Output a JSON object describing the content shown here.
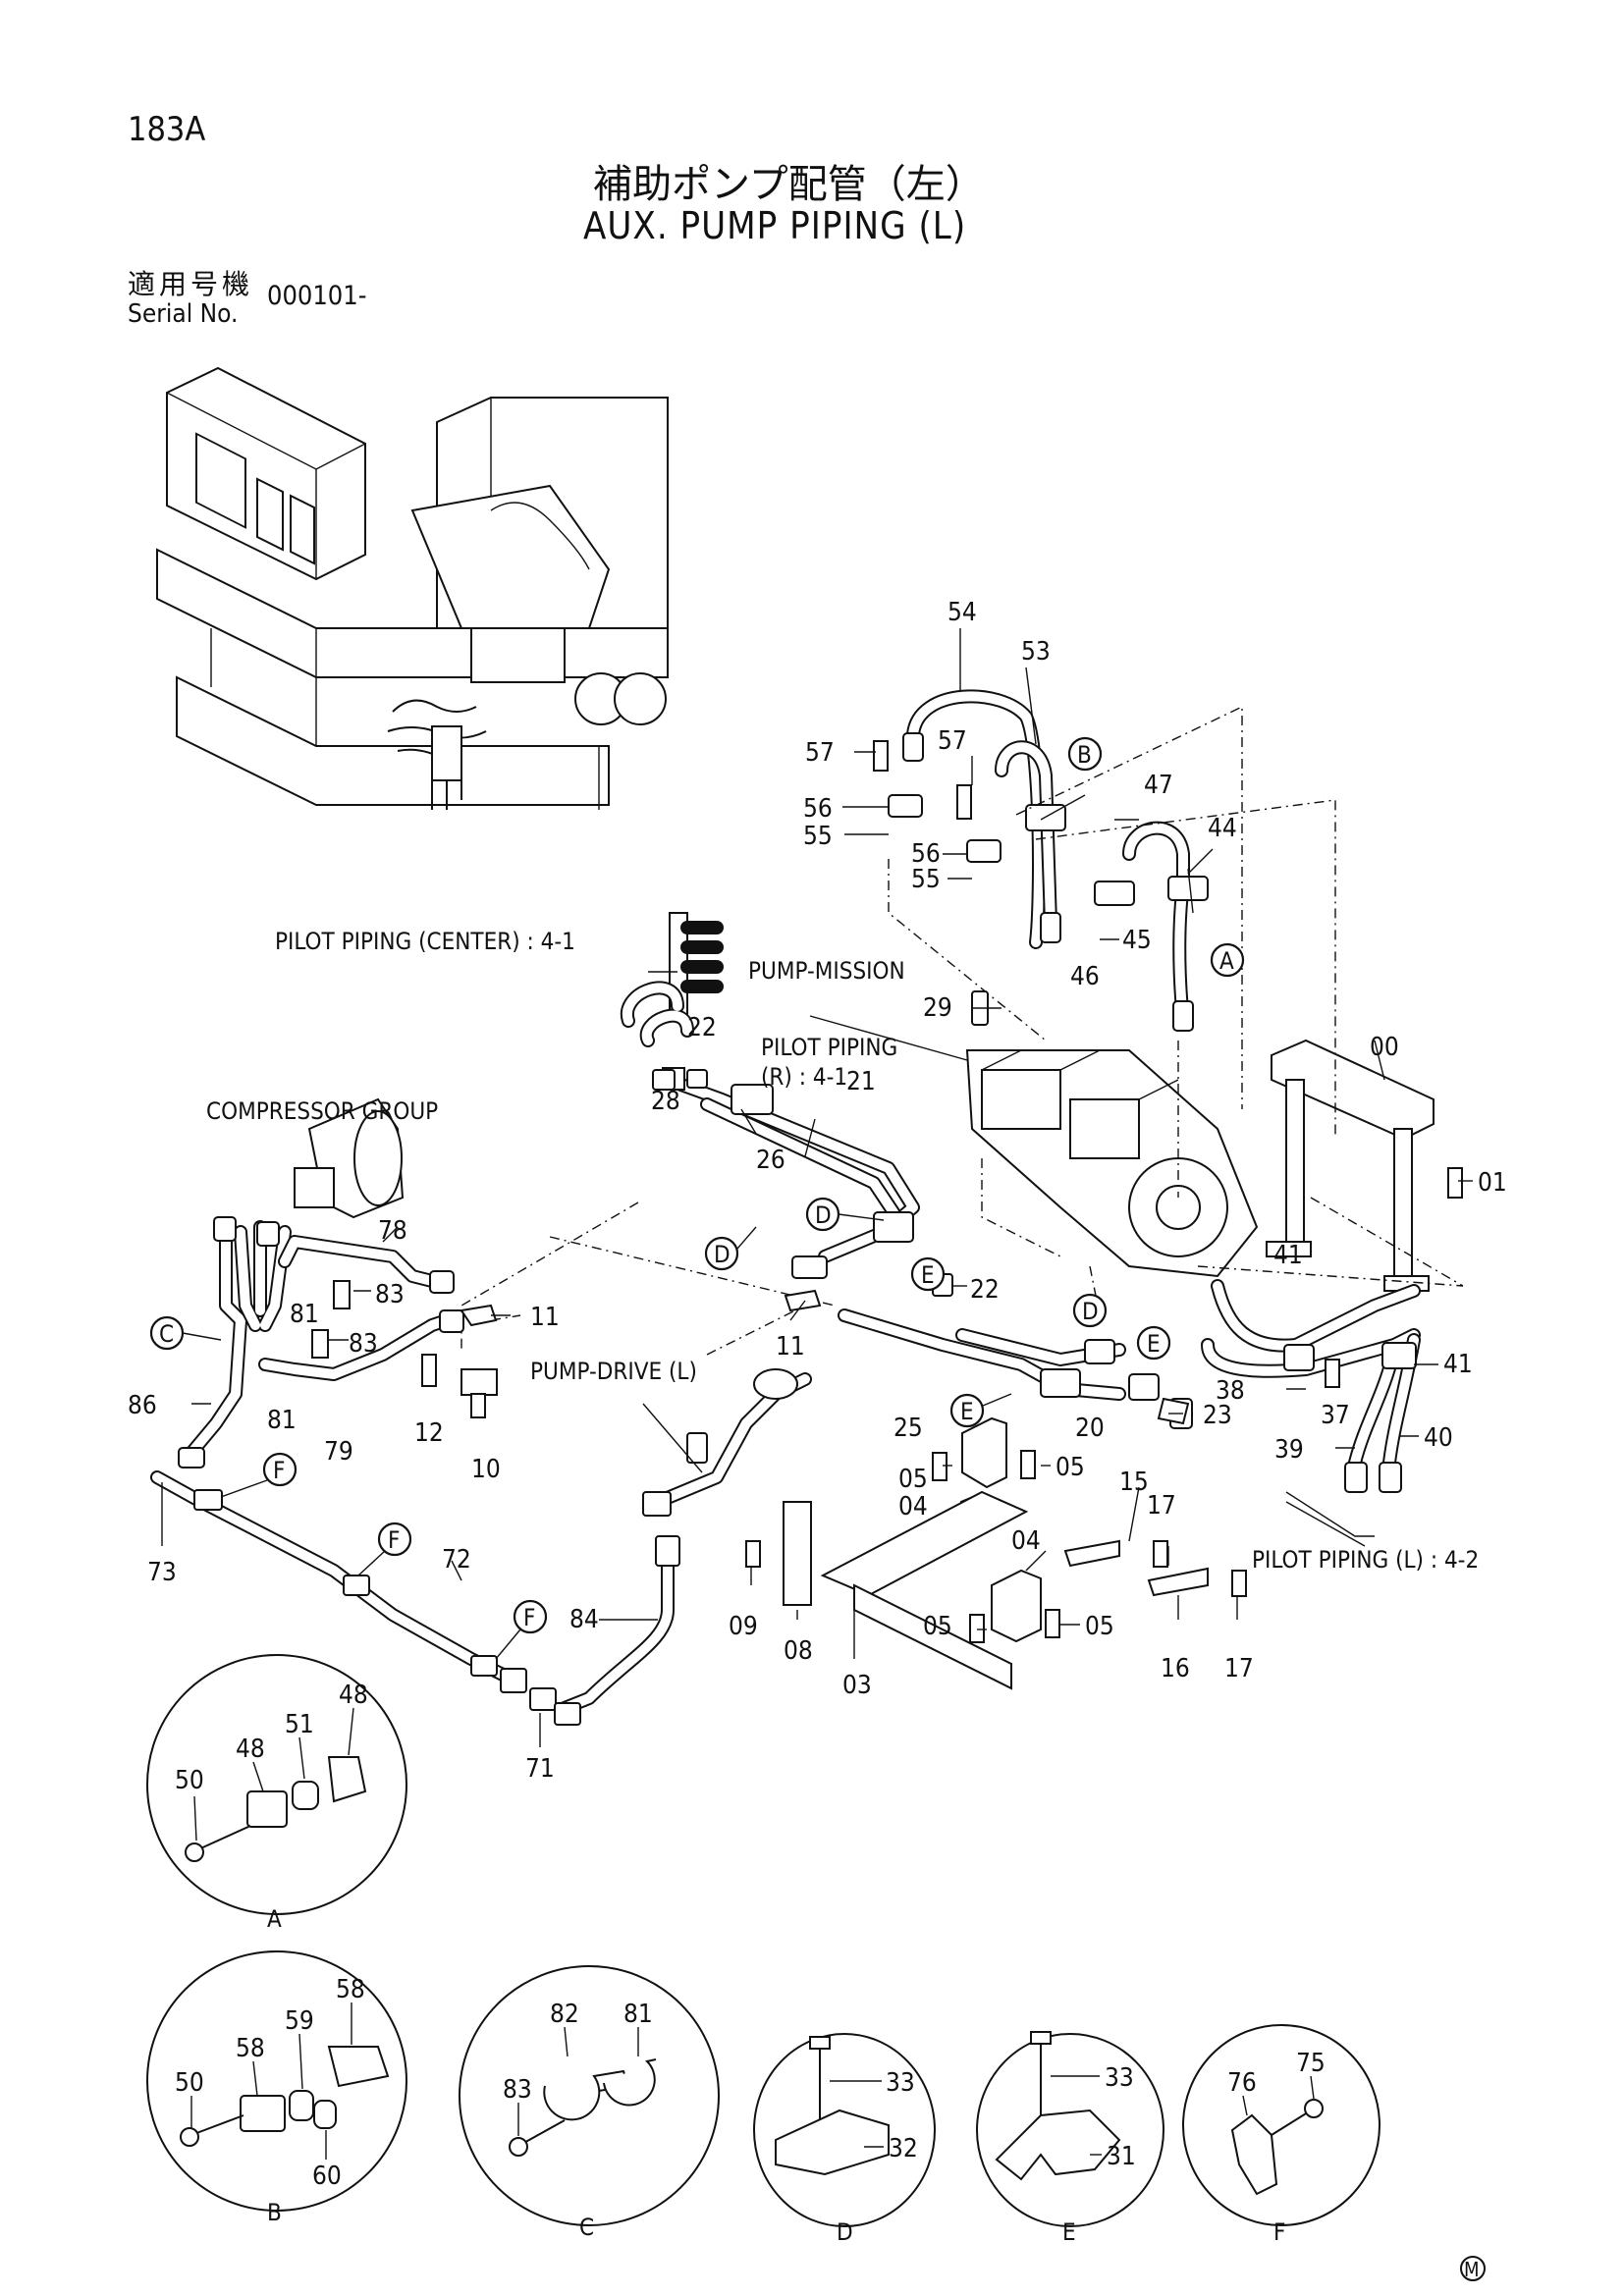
{
  "page_number": "183A",
  "title_jp": "補助ポンプ配管（左）",
  "title_en": "AUX. PUMP PIPING (L)",
  "serial_label_jp": "適用号機",
  "serial_label_en": "Serial No.",
  "serial_value": "000101-",
  "callouts": {
    "c54": "54",
    "c53": "53",
    "c57a": "57",
    "c57b": "57",
    "c56a": "56",
    "c56b": "56",
    "c55a": "55",
    "c55b": "55",
    "c47": "47",
    "c44": "44",
    "c46": "46",
    "c45": "45",
    "c29": "29",
    "c22a": "22",
    "c22b": "22",
    "c28": "28",
    "c26": "26",
    "c21": "21",
    "c00": "00",
    "c01": "01",
    "c78": "78",
    "c83a": "83",
    "c83b": "83",
    "c81a": "81",
    "c81b": "81",
    "c11a": "11",
    "c11b": "11",
    "c86": "86",
    "c79": "79",
    "c12": "12",
    "c10": "10",
    "c25": "25",
    "c20": "20",
    "c23": "23",
    "c41a": "41",
    "c41b": "41",
    "c38": "38",
    "c37": "37",
    "c39": "39",
    "c40": "40",
    "c05a": "05",
    "c05b": "05",
    "c05c": "05",
    "c05d": "05",
    "c04a": "04",
    "c04b": "04",
    "c15": "15",
    "c17a": "17",
    "c17b": "17",
    "c16": "16",
    "c09": "09",
    "c08": "08",
    "c03": "03",
    "c73": "73",
    "c72": "72",
    "c84": "84",
    "c71": "71"
  },
  "labels": {
    "pilot_center": "PILOT PIPING (CENTER) : 4-1",
    "pump_mission": "PUMP-MISSION",
    "pilot_r_1": "PILOT PIPING",
    "pilot_r_2": "(R) : 4-1",
    "compressor_group": "COMPRESSOR GROUP",
    "pump_drive": "PUMP-DRIVE (L)",
    "pilot_l": "PILOT PIPING (L) : 4-2"
  },
  "view_letters": {
    "A": "A",
    "B": "B",
    "C": "C",
    "D": "D",
    "E": "E",
    "F": "F"
  },
  "details": {
    "A": [
      "50",
      "48",
      "51",
      "48"
    ],
    "B": [
      "50",
      "58",
      "59",
      "58",
      "60"
    ],
    "C": [
      "83",
      "82",
      "81"
    ],
    "D": [
      "33",
      "32"
    ],
    "E": [
      "33",
      "31"
    ],
    "F": [
      "76",
      "75"
    ]
  },
  "mark": "M"
}
